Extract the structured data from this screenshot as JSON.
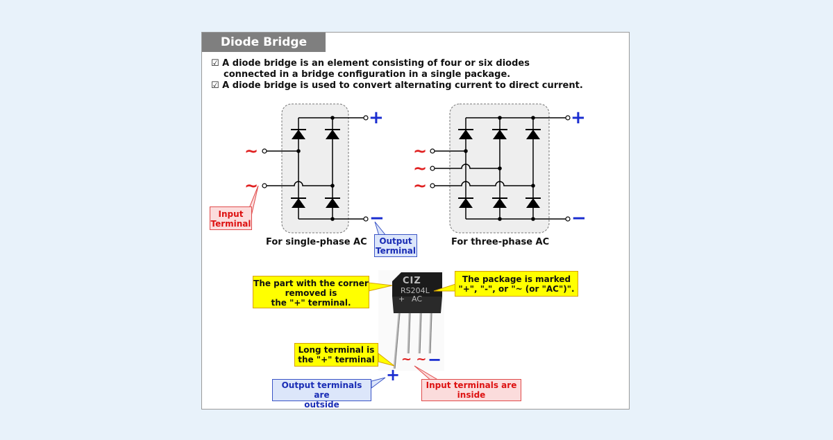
{
  "title": "Diode Bridge",
  "bullets": [
    "☑ A diode bridge is an element consisting of four or six diodes",
    "connected in a bridge configuration in a single package.",
    "☑ A diode bridge is used to convert alternating current to direct current."
  ],
  "single_phase": {
    "caption": "For single-phase AC",
    "input_label_1": "Input",
    "input_label_2": "Terminal",
    "output_label_1": "Output",
    "output_label_2": "Terminal",
    "plus": "+",
    "minus": "−",
    "ac": "~"
  },
  "three_phase": {
    "caption": "For three-phase AC",
    "plus": "+",
    "minus": "−",
    "ac": "~"
  },
  "package": {
    "marking_line1": "RS204L",
    "marking_line2": "AC",
    "marking_plus": "+",
    "marking_logo": "CIZ",
    "corner_note": [
      "The part with the corner",
      "removed is",
      "the \"+\" terminal."
    ],
    "marking_note": [
      "The package is marked",
      "\"+\", \"-\", or \"~ (or \"AC\")\"."
    ],
    "long_terminal_note": [
      "Long terminal is",
      "the \"+\" terminal"
    ],
    "output_note": [
      "Output terminals are",
      "outside"
    ],
    "input_note": [
      "Input terminals are",
      "inside"
    ],
    "pin_plus": "+",
    "pin_minus": "−",
    "pin_ac": "~ ~"
  },
  "colors": {
    "red": "#e02020",
    "blue": "#1a2dd0",
    "yellow": "#ffff00",
    "tab": "#7f7f7f"
  }
}
